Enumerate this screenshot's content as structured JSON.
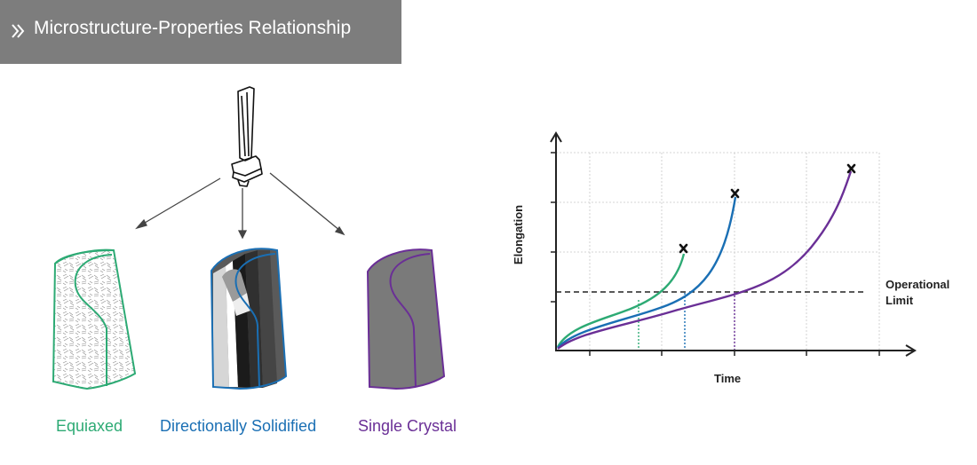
{
  "header": {
    "title": "Microstructure-Properties Relationship"
  },
  "microstructures": {
    "equiaxed": {
      "label": "Equiaxed",
      "color": "#2daa74"
    },
    "directional": {
      "label": "Directionally Solidified",
      "color": "#1a6fb4"
    },
    "single_crystal": {
      "label": "Single Crystal",
      "color": "#6a2f96"
    }
  },
  "chart_data": {
    "type": "line",
    "title": "",
    "xlabel": "Time",
    "ylabel": "Elongation",
    "grid": true,
    "threshold": {
      "label": "Operational Limit",
      "style": "dashed"
    },
    "series": [
      {
        "color": "#2daa74",
        "end_marker": "x"
      },
      {
        "color": "#1a6fb4",
        "end_marker": "x"
      },
      {
        "color": "#6a2f96",
        "end_marker": "x"
      }
    ]
  }
}
